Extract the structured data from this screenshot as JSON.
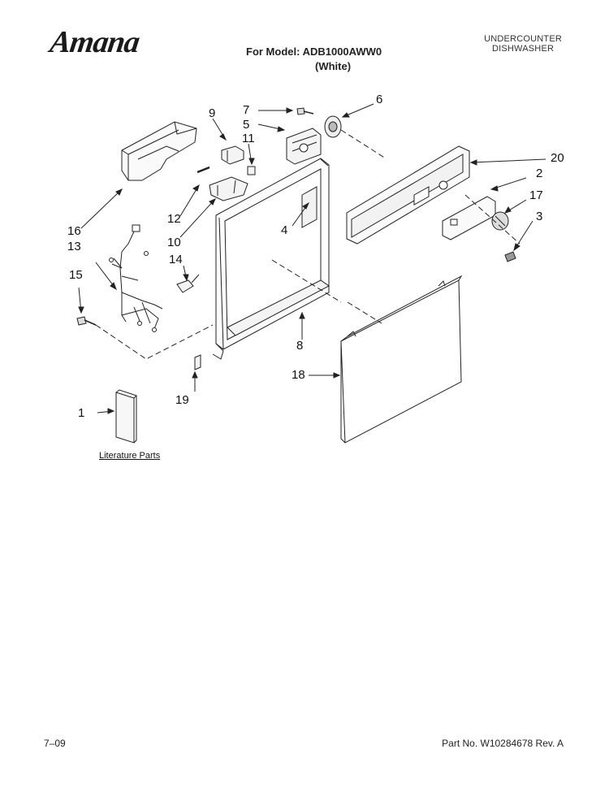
{
  "header": {
    "brand": "Amana",
    "model_line": "For Model: ADB1000AWW0",
    "variant": "(White)",
    "category_line1": "UNDERCOUNTER",
    "category_line2": "DISHWASHER"
  },
  "diagram": {
    "callouts": [
      "1",
      "2",
      "3",
      "4",
      "5",
      "6",
      "7",
      "8",
      "9",
      "10",
      "11",
      "12",
      "13",
      "14",
      "15",
      "16",
      "17",
      "18",
      "19",
      "20"
    ],
    "literature_label": "Literature Parts"
  },
  "footer": {
    "date": "7–09",
    "part_number": "Part No. W10284678 Rev. A"
  }
}
